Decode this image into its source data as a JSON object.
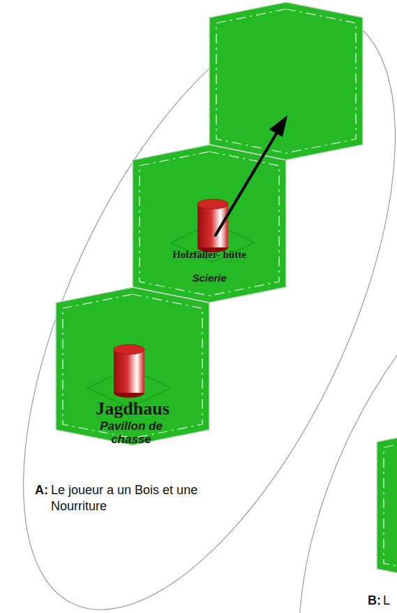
{
  "diagram": {
    "nodes": [
      {
        "text": [
          "Holzfäller- hütte",
          "Scierie"
        ]
      },
      {
        "text": [
          "Jagdhaus",
          "Pavillon de chasse"
        ]
      }
    ],
    "labels": [
      "A:",
      "Le joueur a un Bois et une Nourriture",
      "B:",
      "L"
    ]
  }
}
